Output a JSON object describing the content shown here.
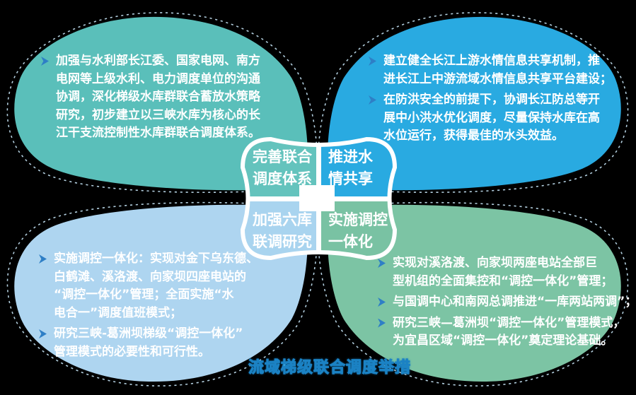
{
  "caption": {
    "text": "流域梯级联合调度举措"
  },
  "colors": {
    "background": "#000000",
    "text": "#ffffff",
    "bullet_arrow": "#2e7fc6",
    "caption_fill": "#62cef2",
    "caption_stroke": "#1b82c4",
    "center_border": "#ffffff",
    "center_square": "#ffffff",
    "dash_outline": "#c6e6f7"
  },
  "center": {
    "top_left": {
      "color": "#64c3bd",
      "lines": [
        "完善联合",
        "调度体系"
      ]
    },
    "top_right": {
      "color": "#29aae1",
      "lines": [
        "推进水",
        "情共享"
      ]
    },
    "bottom_left": {
      "color": "#a9d4ef",
      "lines": [
        "加强六库",
        "联调研究"
      ]
    },
    "bottom_right": {
      "color": "#79c2a3",
      "lines": [
        "实施调控",
        "一体化"
      ]
    }
  },
  "petals": {
    "top_left": {
      "color": "#5abfba",
      "bullets": [
        {
          "lines": [
            "加强与水利部长江委、国家电网、南方",
            "电网等上级水利、电力调度单位的沟通",
            "协调，深化梯级水库群联合蓄放水策略",
            "研究，初步建立以三峡水库为核心的长",
            "江干支流控制性水库群联合调度体系。"
          ]
        }
      ]
    },
    "top_right": {
      "color": "#29aae1",
      "bullets": [
        {
          "lines": [
            "建立健全长江上游水情信息共享机制，推",
            "进长江上中游流域水情信息共享平台建设；"
          ]
        },
        {
          "lines": [
            "在防洪安全的前提下，协调长江防总等开",
            "展中小洪水优化调度，尽量保持水库在高",
            "水位运行，获得最佳的水头效益。"
          ]
        }
      ]
    },
    "bottom_left": {
      "color": "#aed5f0",
      "bullets": [
        {
          "lines": [
            "实施调控一体化：实现对金下乌东德、",
            "白鹤滩、溪洛渡、向家坝四座电站的",
            "“调控一体化”管理；全面实施“水",
            "电合一”调度值班模式；"
          ]
        },
        {
          "lines": [
            "研究三峡-葛洲坝梯级“调控一体化”",
            "管理模式的必要性和可行性。"
          ]
        }
      ]
    },
    "bottom_right": {
      "color": "#7cc4a4",
      "bullets": [
        {
          "lines": [
            "实现对溪洛渡、向家坝两座电站全部巨",
            "型机组的全面集控和“调控一体化”管理；"
          ]
        },
        {
          "lines": [
            "与国调中心和南网总调推进“一库两站两调”；"
          ]
        },
        {
          "lines": [
            "研究三峡—葛洲坝“调控一体化”管理模式，",
            "为宜昌区域“调控一体化”奠定理论基础。"
          ]
        }
      ]
    }
  }
}
